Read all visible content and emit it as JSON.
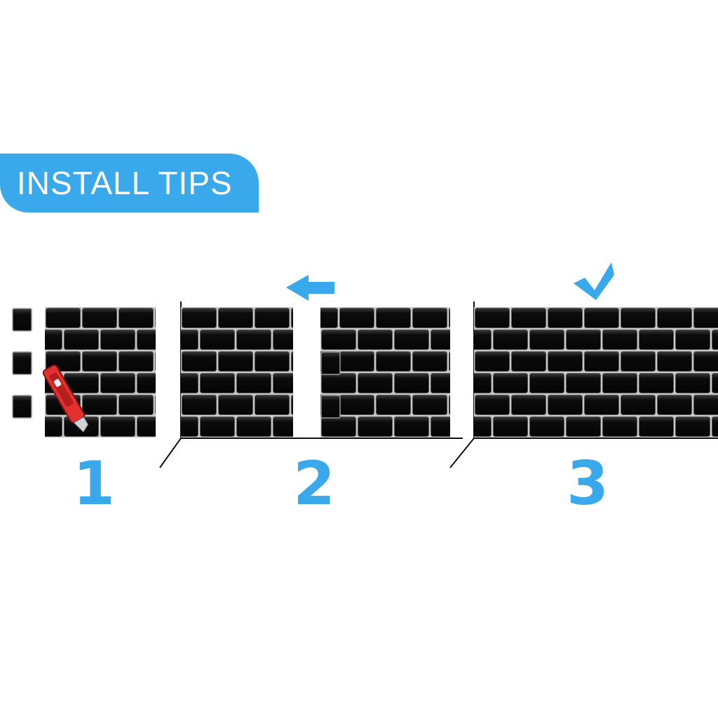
{
  "title": "INSTALL TIPS",
  "colors": {
    "accent": "#3aa9ec",
    "tile": "#050505",
    "grout": "#c8c8c8",
    "knife_body": "#e53030",
    "knife_blade": "#cfd3d6"
  },
  "steps": [
    {
      "number": "1",
      "icon": "utility-knife-icon"
    },
    {
      "number": "2",
      "icon": "arrow-left-icon"
    },
    {
      "number": "3",
      "icon": "checkmark-icon"
    }
  ]
}
